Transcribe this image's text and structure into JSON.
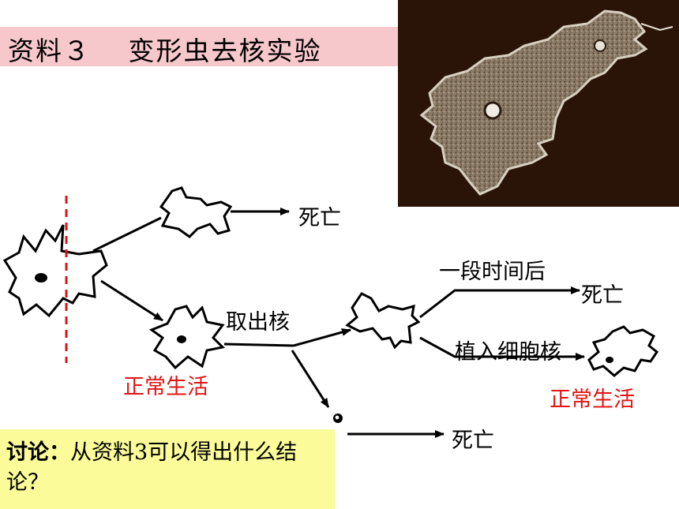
{
  "title": "资料３　 变形虫去核实验",
  "labels": {
    "death_top": "死亡",
    "after_time": "一段时间后",
    "death_mid": "死亡",
    "remove_nucleus": "取出核",
    "implant_nucleus": "植入细胞核",
    "normal_life_left": "正常生活",
    "normal_life_right": "正常生活",
    "death_bottom": "死亡"
  },
  "discussion": {
    "heading": "讨论：",
    "text": "从资料3可以得出什么结论？"
  },
  "colors": {
    "title_band": "#f7c8cb",
    "discussion_box": "#fbfb9a",
    "cut_line": "#e01414",
    "highlight_text": "#e01414"
  }
}
